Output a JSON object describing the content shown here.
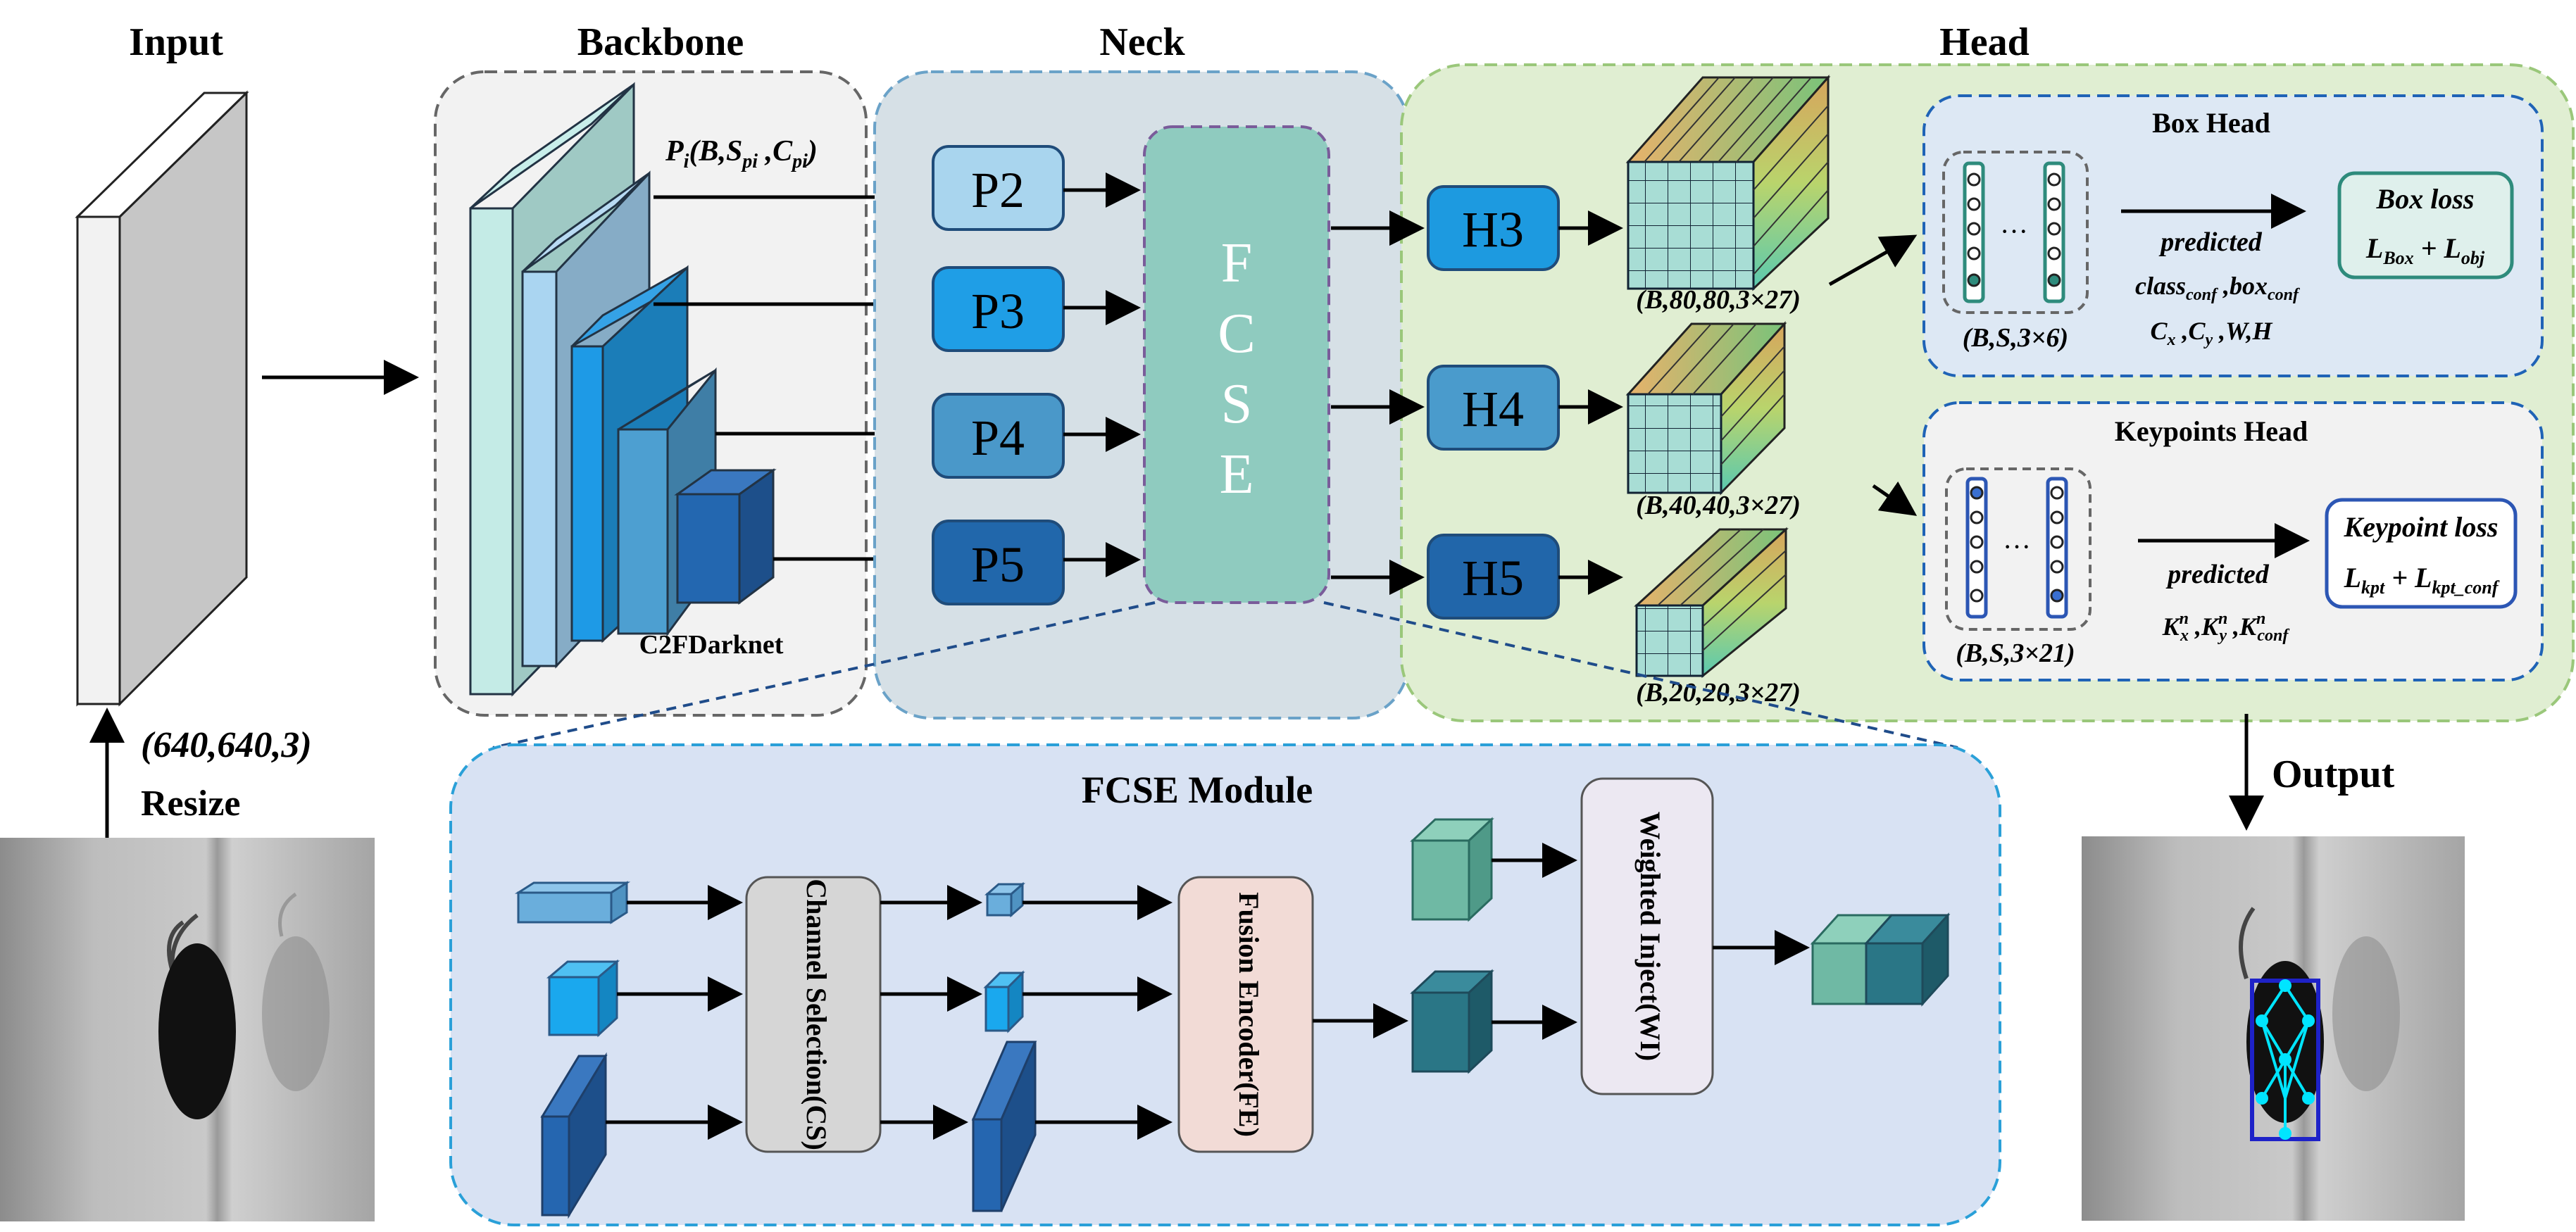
{
  "sections": {
    "input": "Input",
    "backbone": "Backbone",
    "neck": "Neck",
    "head": "Head",
    "output": "Output"
  },
  "input": {
    "size": "(640,640,3)",
    "resize": "Resize"
  },
  "backbone": {
    "name": "C2FDarknet",
    "feature_label": "P_i(B,S_pi,C_pi)"
  },
  "neck": {
    "boxes": [
      "P2",
      "P3",
      "P4",
      "P5"
    ],
    "fcse_letters": [
      "F",
      "C",
      "S",
      "E"
    ]
  },
  "head": {
    "boxes": [
      "H3",
      "H4",
      "H5"
    ],
    "dims": [
      "(B,80,80,3×27)",
      "(B,40,40,3×27)",
      "(B,20,20,3×27)"
    ],
    "box_head": {
      "title": "Box Head",
      "shape": "(B,S,3×6)",
      "predicted": "predicted",
      "line1": "class_conf ,box_conf",
      "line2": "C_x ,C_y ,W,H",
      "loss_title": "Box loss",
      "loss_formula": "L_Box + L_obj"
    },
    "keypoints_head": {
      "title": "Keypoints Head",
      "shape": "(B,S,3×21)",
      "predicted": "predicted",
      "line1": "K^n_x ,K^n_y ,K^n_conf",
      "loss_title": "Keypoint loss",
      "loss_formula": "L_kpt + L_kpt_conf"
    }
  },
  "fcse_module": {
    "title": "FCSE Module",
    "cs": "Channel Selection(CS)",
    "fe": "Fusion Encoder(FE)",
    "wi": "Weighted Inject(WI)"
  },
  "colors": {
    "backbone_bg": "#f2f2f2",
    "neck_bg": "#d6e0e6",
    "head_bg": "#e0eed2",
    "module_bg": "#d8e2f3",
    "subhead_bg": "#dde8f4",
    "fcse": "#8fcbbf",
    "p2": "#a9d5ee",
    "p3": "#1f9ee6",
    "p4": "#4a98c9",
    "p5": "#2167ab",
    "h3": "#1d9ae0",
    "h4": "#4a9bcc",
    "h5": "#2166aa",
    "keypoint_marker": "#00e5ff",
    "detection_box": "#1e22c8"
  }
}
